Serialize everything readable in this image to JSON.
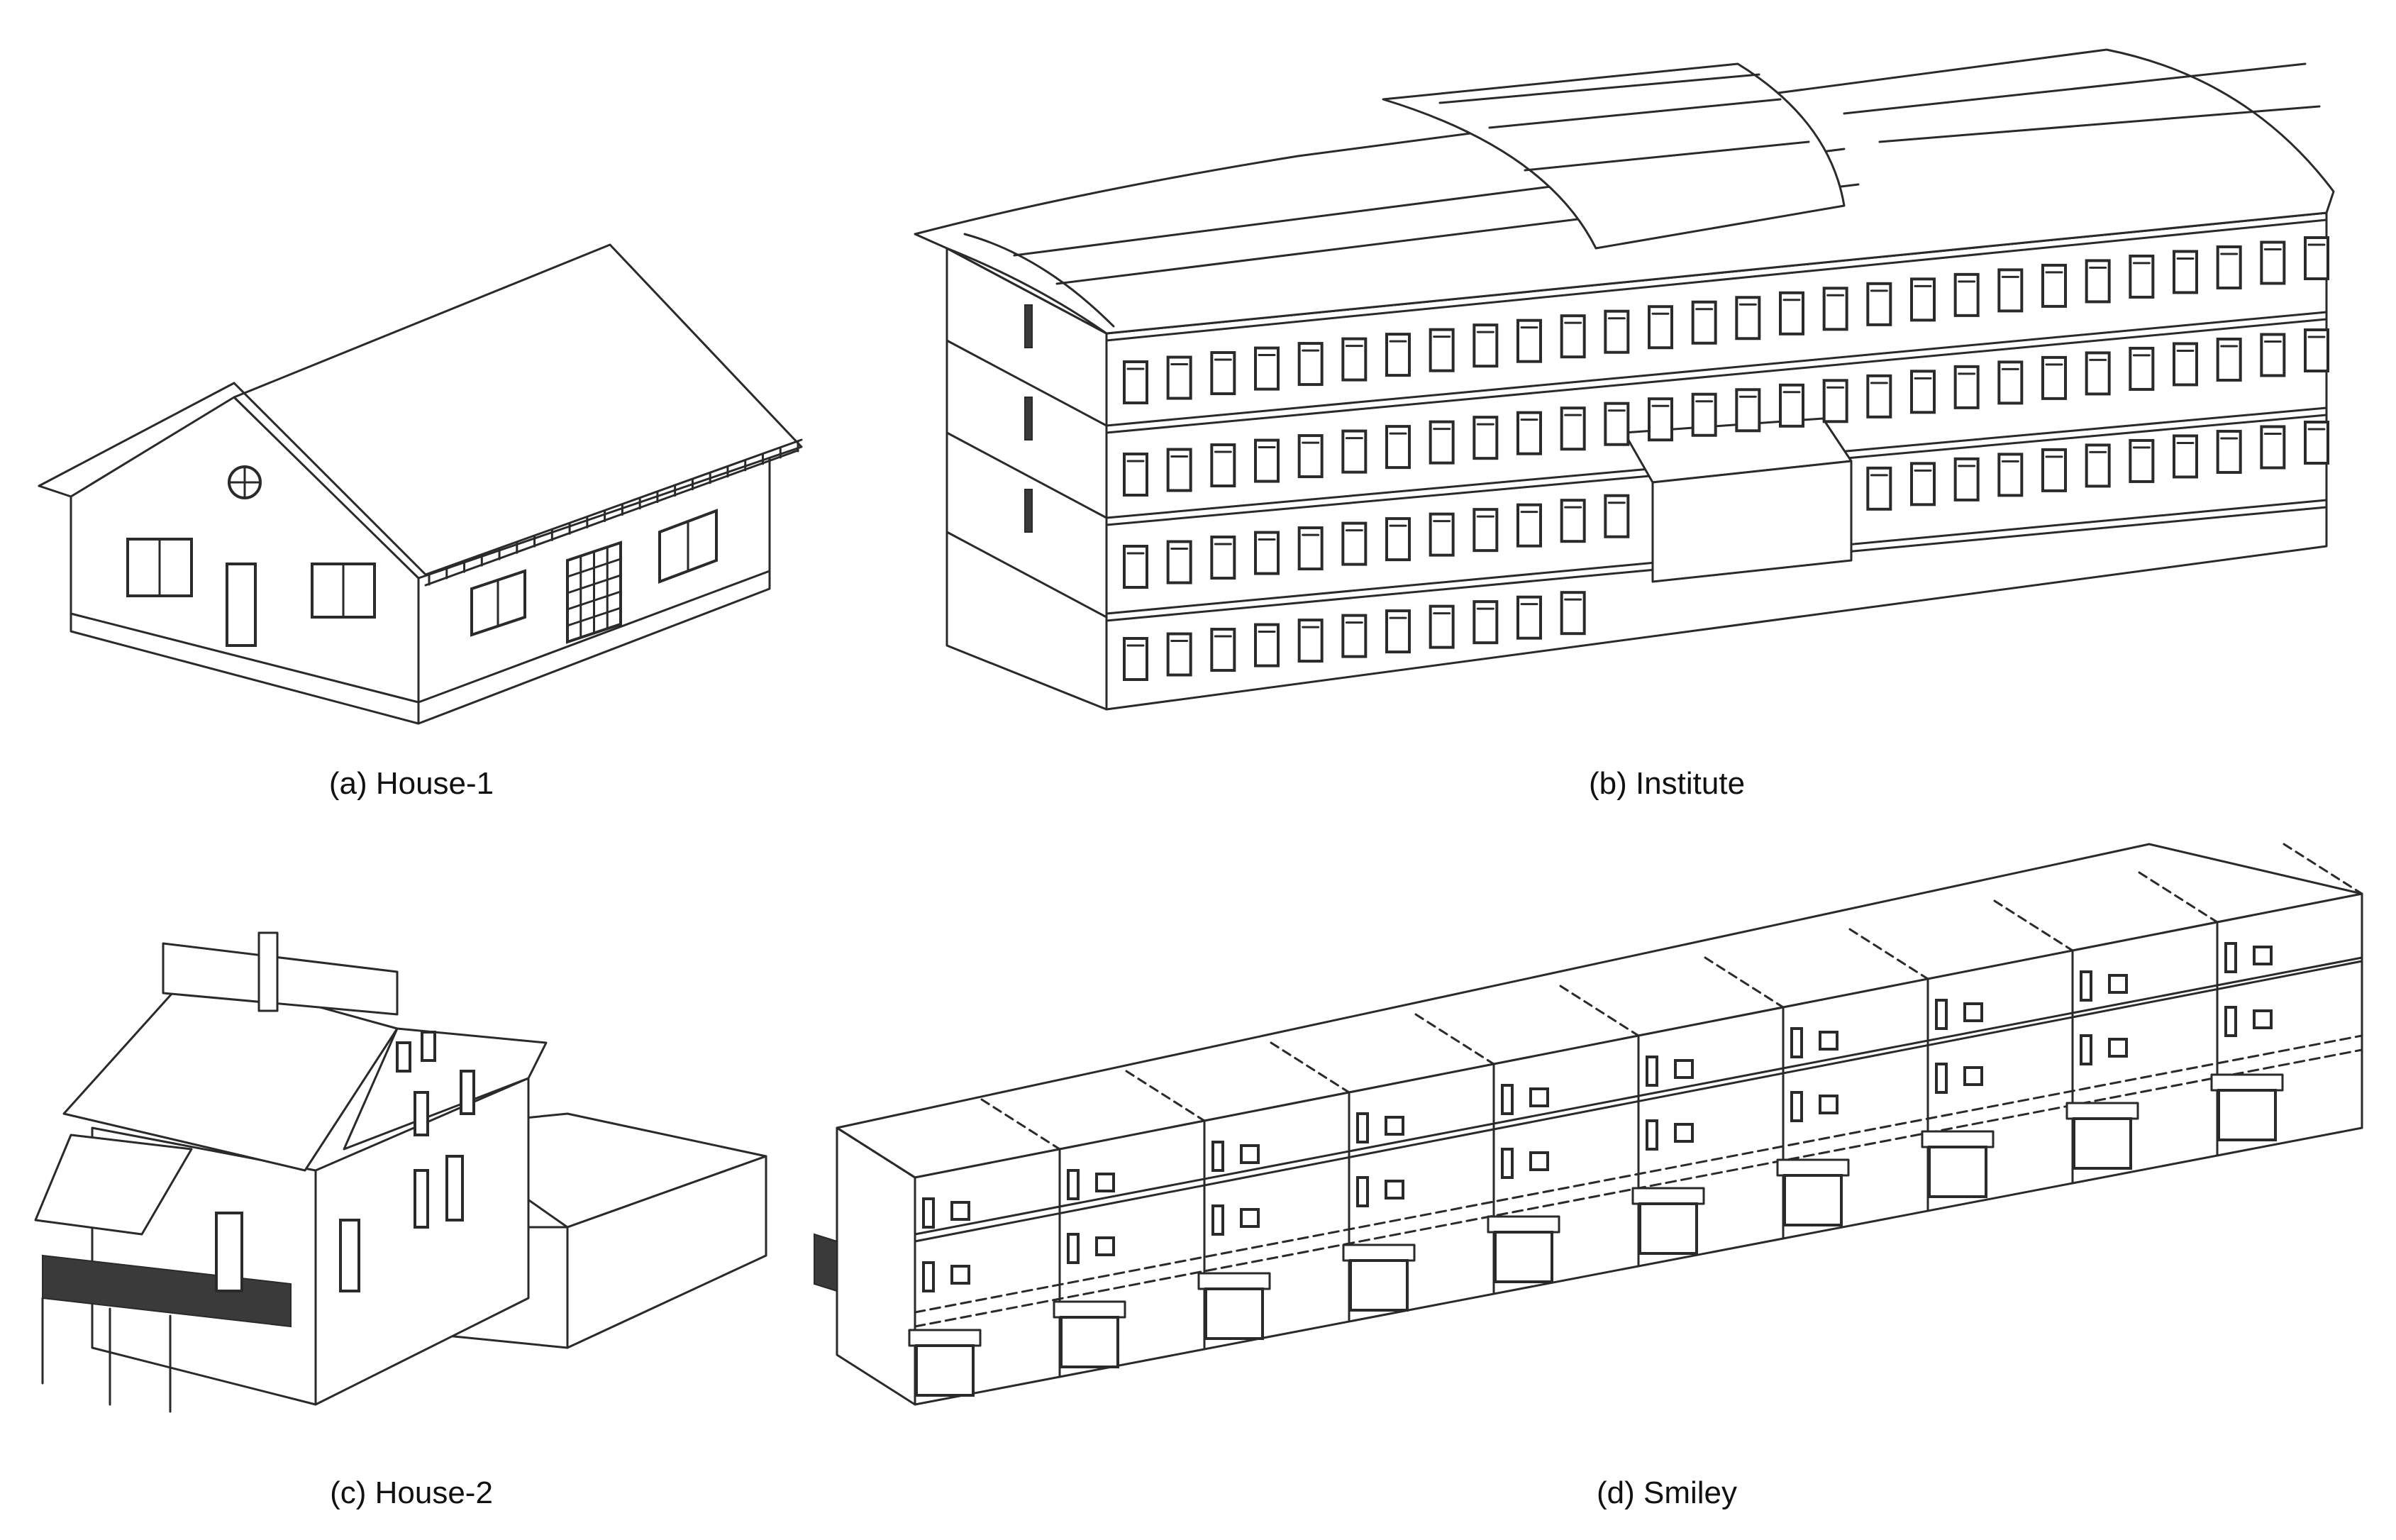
{
  "figure": {
    "panels": [
      {
        "id": "a",
        "caption": "(a) House-1"
      },
      {
        "id": "b",
        "caption": "(b) Institute"
      },
      {
        "id": "c",
        "caption": "(c) House-2"
      },
      {
        "id": "d",
        "caption": "(d) Smiley"
      }
    ]
  }
}
